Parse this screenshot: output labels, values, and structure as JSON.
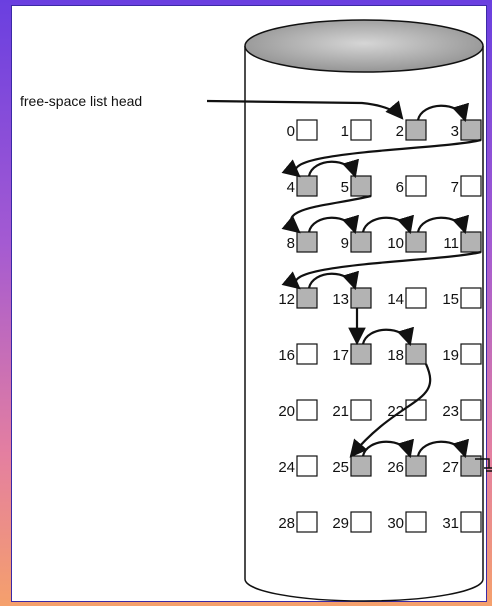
{
  "diagram": {
    "head_label": "free-space list head",
    "blocks": [
      {
        "n": "0",
        "free": false
      },
      {
        "n": "1",
        "free": false
      },
      {
        "n": "2",
        "free": true
      },
      {
        "n": "3",
        "free": true
      },
      {
        "n": "4",
        "free": true
      },
      {
        "n": "5",
        "free": true
      },
      {
        "n": "6",
        "free": false
      },
      {
        "n": "7",
        "free": false
      },
      {
        "n": "8",
        "free": true
      },
      {
        "n": "9",
        "free": true
      },
      {
        "n": "10",
        "free": true
      },
      {
        "n": "11",
        "free": true
      },
      {
        "n": "12",
        "free": true
      },
      {
        "n": "13",
        "free": true
      },
      {
        "n": "14",
        "free": false
      },
      {
        "n": "15",
        "free": false
      },
      {
        "n": "16",
        "free": false
      },
      {
        "n": "17",
        "free": true
      },
      {
        "n": "18",
        "free": true
      },
      {
        "n": "19",
        "free": false
      },
      {
        "n": "20",
        "free": false
      },
      {
        "n": "21",
        "free": false
      },
      {
        "n": "22",
        "free": false
      },
      {
        "n": "23",
        "free": false
      },
      {
        "n": "24",
        "free": false
      },
      {
        "n": "25",
        "free": true
      },
      {
        "n": "26",
        "free": true
      },
      {
        "n": "27",
        "free": true
      },
      {
        "n": "28",
        "free": false
      },
      {
        "n": "29",
        "free": false
      },
      {
        "n": "30",
        "free": false
      },
      {
        "n": "31",
        "free": false
      }
    ],
    "free_list_order": [
      "2",
      "3",
      "4",
      "5",
      "8",
      "9",
      "10",
      "11",
      "12",
      "13",
      "17",
      "18",
      "25",
      "26",
      "27"
    ],
    "colors": {
      "free_fill": "#b3b3b3",
      "used_fill": "#ffffff",
      "cylinder_top": "#a9a9a9",
      "stroke": "#111111"
    }
  }
}
